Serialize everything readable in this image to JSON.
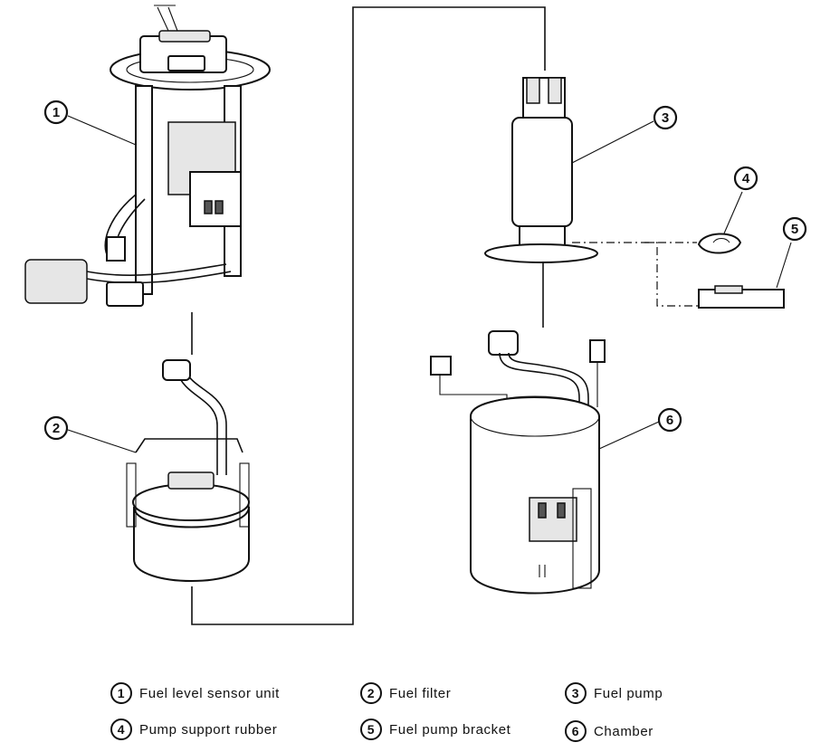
{
  "callouts": [
    {
      "num": "1",
      "label": "Fuel level sensor unit"
    },
    {
      "num": "2",
      "label": "Fuel filter"
    },
    {
      "num": "3",
      "label": "Fuel pump"
    },
    {
      "num": "4",
      "label": "Pump support rubber"
    },
    {
      "num": "5",
      "label": "Fuel pump bracket"
    },
    {
      "num": "6",
      "label": "Chamber"
    }
  ]
}
